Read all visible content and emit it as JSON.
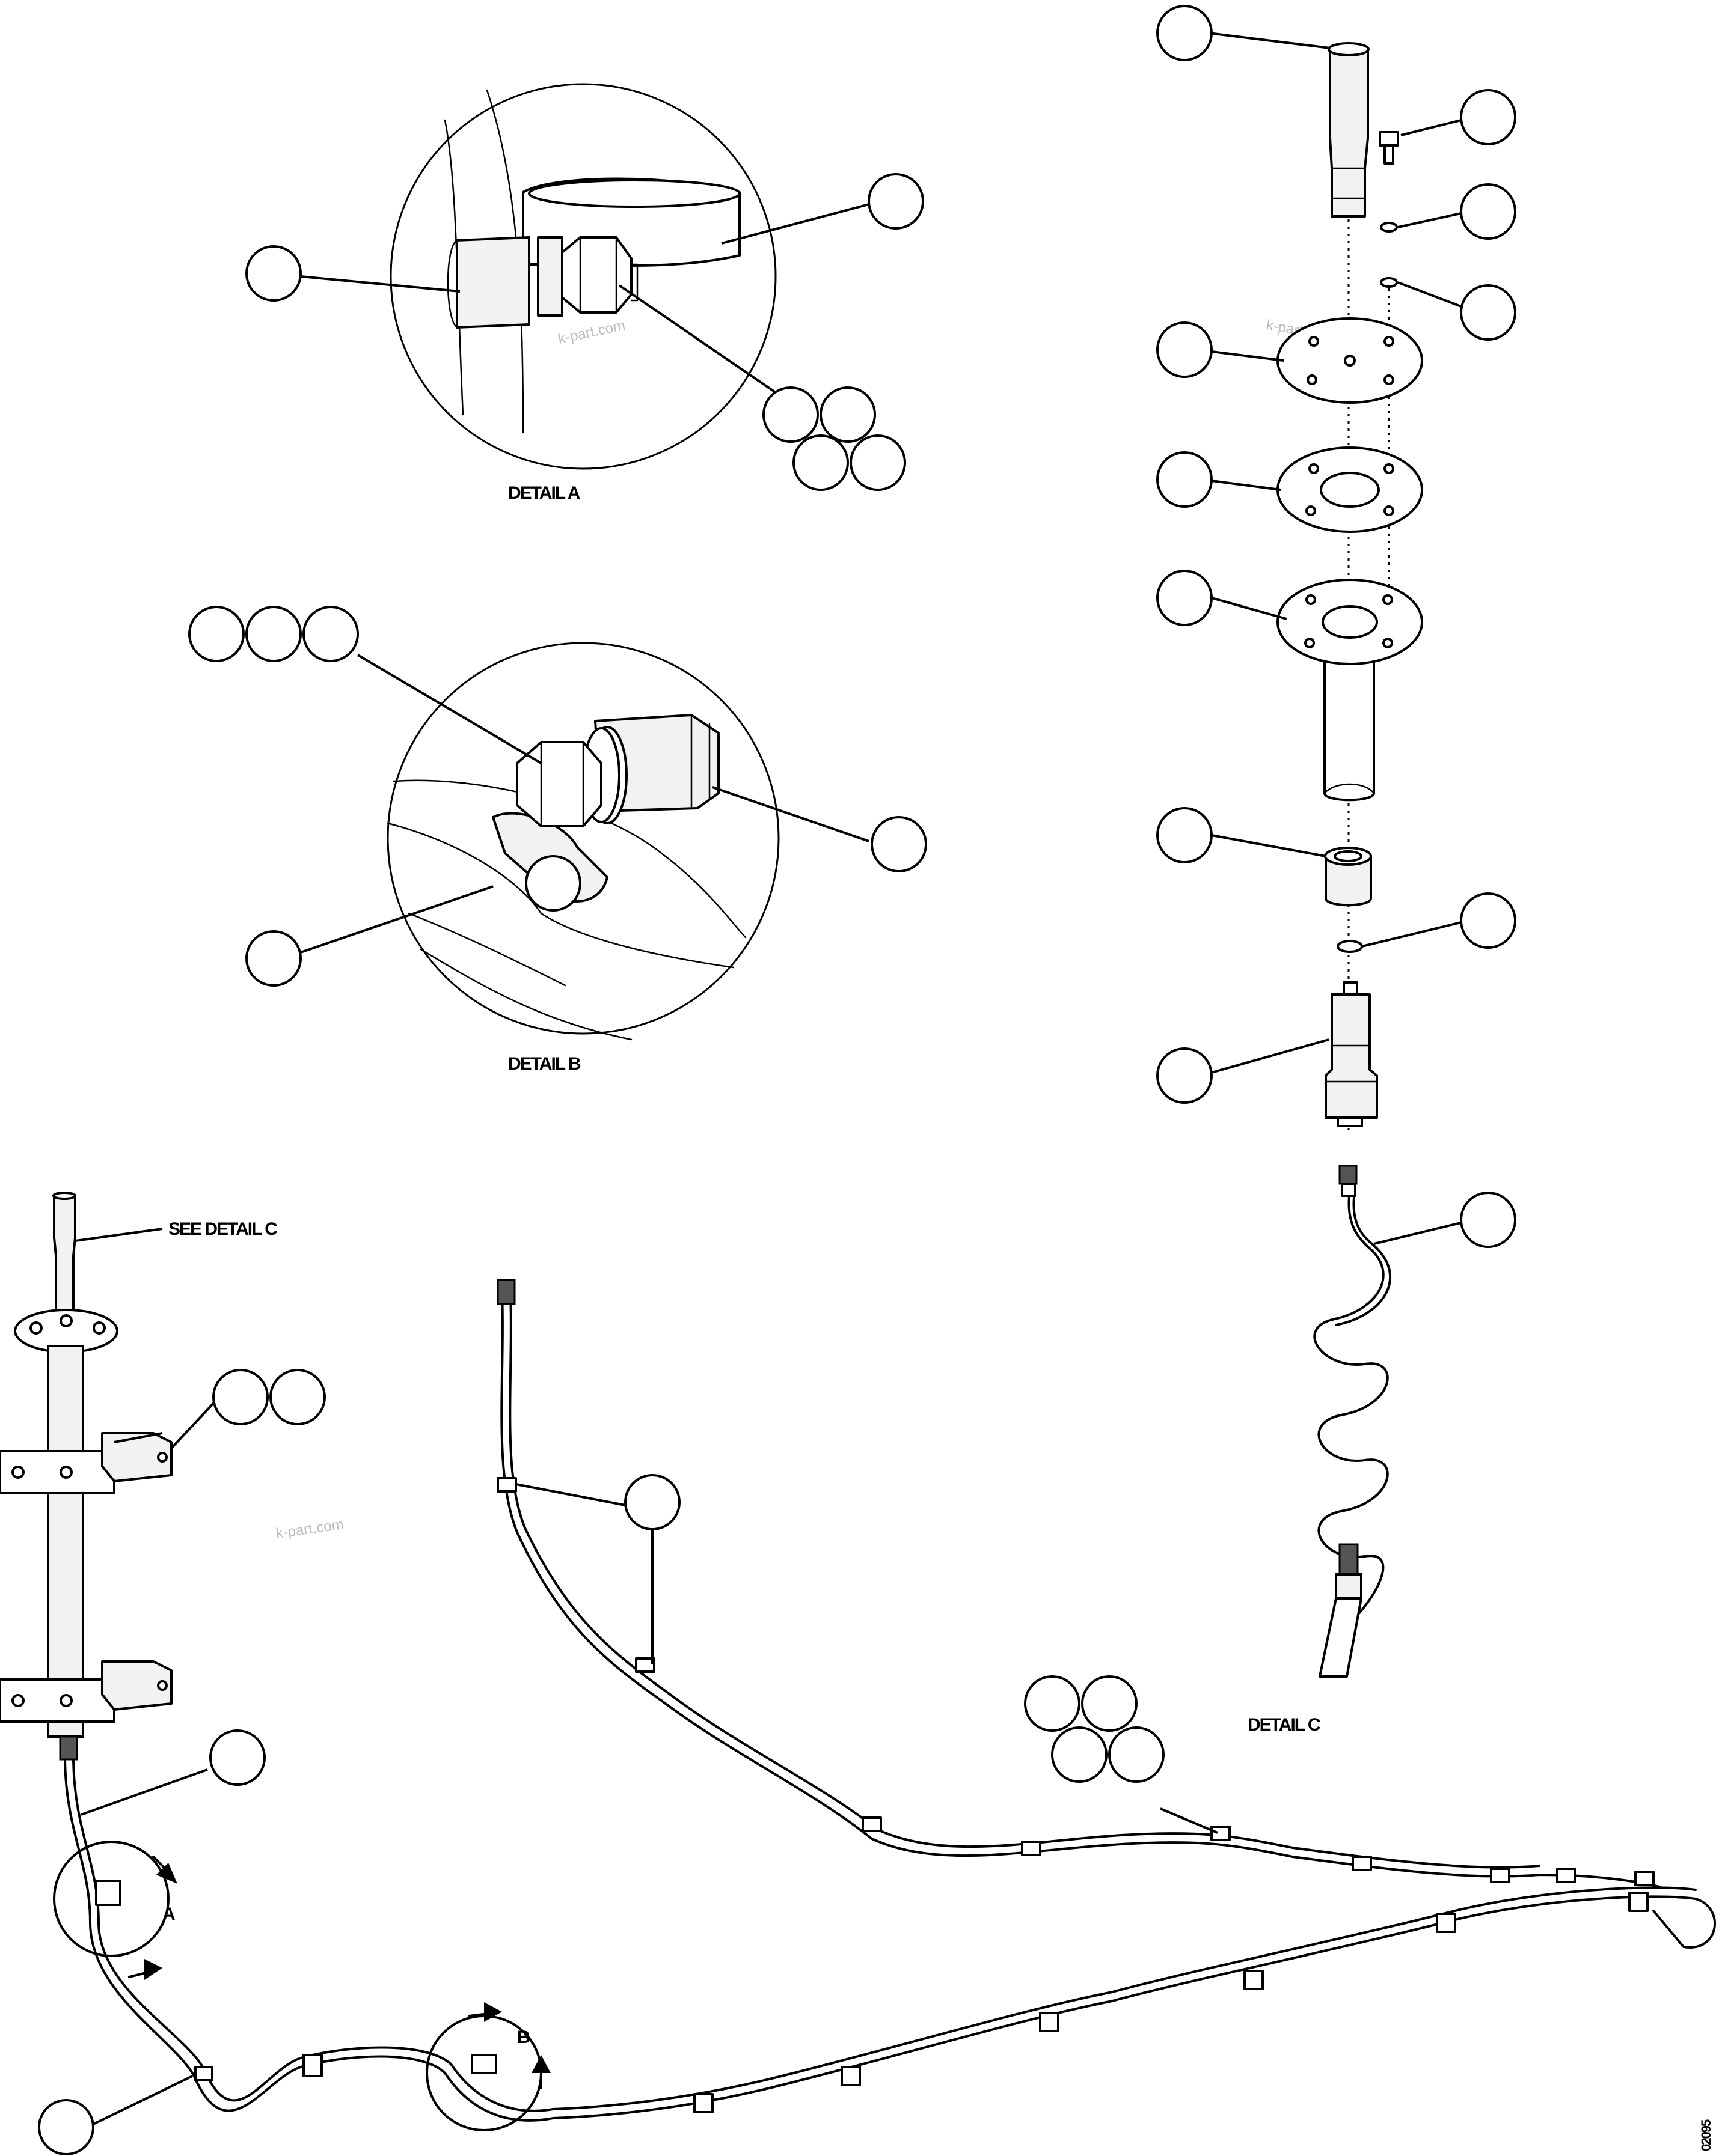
{
  "labels": {
    "detail_a": "DETAIL A",
    "detail_b": "DETAIL B",
    "detail_c": "DETAIL C",
    "see_detail_c": "SEE DETAIL C",
    "view_a": "A",
    "view_b": "B",
    "drawing_number": "02095"
  },
  "watermarks": [
    "k-part.com",
    "k-part.com",
    "k-part.com"
  ]
}
